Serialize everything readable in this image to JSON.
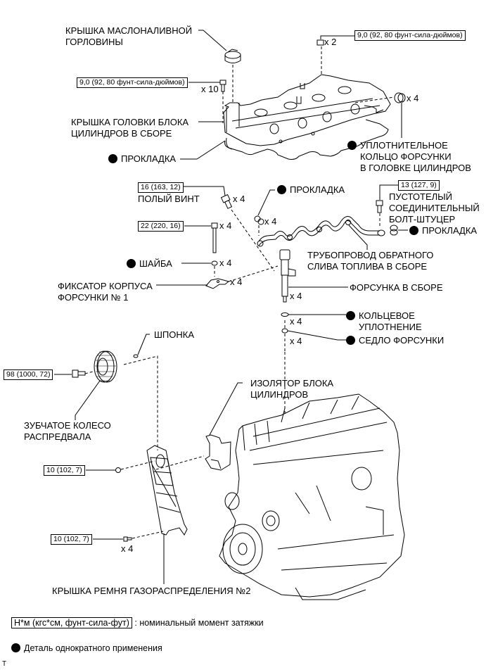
{
  "diagram": {
    "title": "Engine components exploded view",
    "labels": {
      "oil_filler_cap": [
        "КРЫШКА МАСЛОНАЛИВНОЙ",
        "ГОРЛОВИНЫ"
      ],
      "head_cover_asm": [
        "КРЫШКА ГОЛОВКИ БЛОКА",
        "ЦИЛИНДРОВ В СБОРЕ"
      ],
      "gasket_cover": "ПРОКЛАДКА",
      "injector_seal_ring": [
        "УПЛОТНИТЕЛЬНОЕ",
        "КОЛЬЦО ФОРСУНКИ",
        "В ГОЛОВКЕ ЦИЛИНДРОВ"
      ],
      "hollow_screw": "ПОЛЫЙ ВИНТ",
      "gasket_pipe": "ПРОКЛАДКА",
      "union_bolt": [
        "ПУСТОТЕЛЫЙ",
        "СОЕДИНИТЕЛЬНЫЙ",
        "БОЛТ-ШТУЦЕР"
      ],
      "gasket_union": "ПРОКЛАДКА",
      "washer": "ШАЙБА",
      "return_pipe": [
        "ТРУБОПРОВОД ОБРАТНОГО",
        "СЛИВА ТОПЛИВА В СБОРЕ"
      ],
      "holder_clamp": [
        "ФИКСАТОР КОРПУСА",
        "ФОРСУНКИ № 1"
      ],
      "injector_asm": "ФОРСУНКА В СБОРЕ",
      "o_ring": [
        "КОЛЬЦЕВОЕ",
        "УПЛОТНЕНИЕ"
      ],
      "injector_seat": "СЕДЛО ФОРСУНКИ",
      "key": "ШПОНКА",
      "block_insulator": [
        "ИЗОЛЯТОР БЛОКА",
        "ЦИЛИНДРОВ"
      ],
      "camshaft_gear": [
        "ЗУБЧАТОЕ КОЛЕСО",
        "РАСПРЕДВАЛА"
      ],
      "timing_belt_cover": "КРЫШКА РЕМНЯ ГАЗОРАСПРЕДЕЛЕНИЯ №2"
    },
    "torques": {
      "head_cover_nut": "9,0 (92, 80 фунт-сила-дюймов)",
      "head_cover_bolt": "9,0 (92, 80 фунт-сила-дюймов)",
      "hollow_screw": "16 (163, 12)",
      "holder_bolt": "22 (220, 16)",
      "union_bolt": "13 (127, 9)",
      "camshaft_gear_bolt": "98 (1000, 72)",
      "belt_cover_bolt_1": "10 (102, 7)",
      "belt_cover_bolt_2": "10 (102, 7)"
    },
    "quantities": {
      "head_cover_nut": "x 2",
      "head_cover_bolt": "x 10",
      "seal_ring": "x 4",
      "hollow_screw": "x 4",
      "gasket_pipe": "x 4",
      "holder_bolt": "x 4",
      "washer": "x 4",
      "holder_clamp": "x 4",
      "injector": "x 4",
      "o_ring": "x 4",
      "seat": "x 4",
      "belt_cover_bolts": "x 4"
    }
  },
  "legend": {
    "torque_unit": "Н*м (кгс*см, фунт-сила-фут)",
    "torque_desc": ": номинальный момент затяжки",
    "non_reusable": "Деталь однократного применения",
    "footer_mark": "T"
  }
}
